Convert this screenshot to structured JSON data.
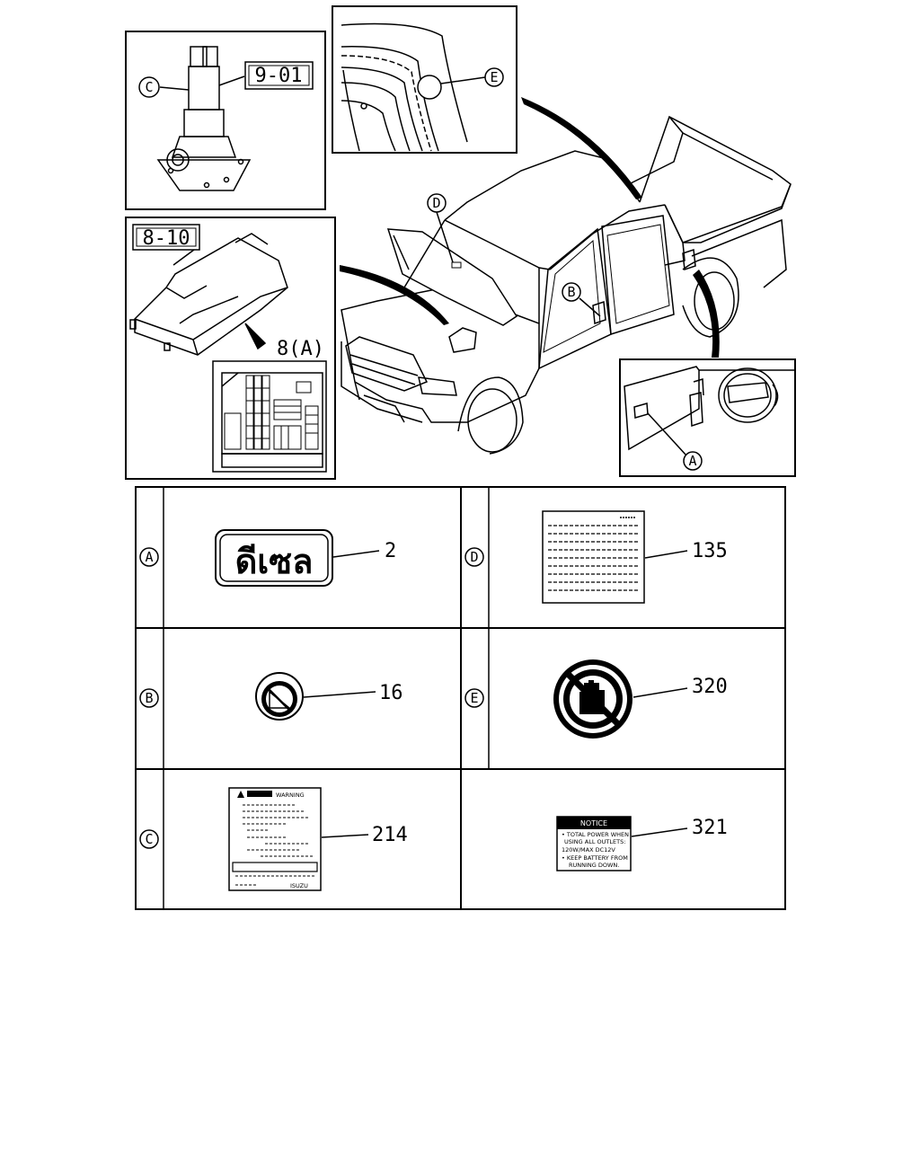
{
  "diagram": {
    "refs": {
      "jack_label": "9-01",
      "fusebox_label": "8-10",
      "fuseplate_label": "8(A)"
    },
    "callouts": {
      "A": "A",
      "B": "B",
      "C": "C",
      "D": "D",
      "E": "E"
    }
  },
  "table": {
    "rows": [
      {
        "left_letter": "A",
        "left_part": "2",
        "right_letter": "D",
        "right_part": "135"
      },
      {
        "left_letter": "B",
        "left_part": "16",
        "right_letter": "E",
        "right_part": "320"
      },
      {
        "left_letter": "C",
        "left_part": "214",
        "right_letter": "",
        "right_part": "321"
      }
    ],
    "label_a_text": "ดีเซล",
    "label_c_title": "WARNING",
    "label_c_brand": "ISUZU",
    "label_321": {
      "header": "NOTICE",
      "lines": [
        "• TOTAL POWER WHEN",
        "USING ALL OUTLETS:",
        "120W/MAX DC12V",
        "• KEEP BATTERY FROM",
        "RUNNING DOWN."
      ]
    }
  }
}
